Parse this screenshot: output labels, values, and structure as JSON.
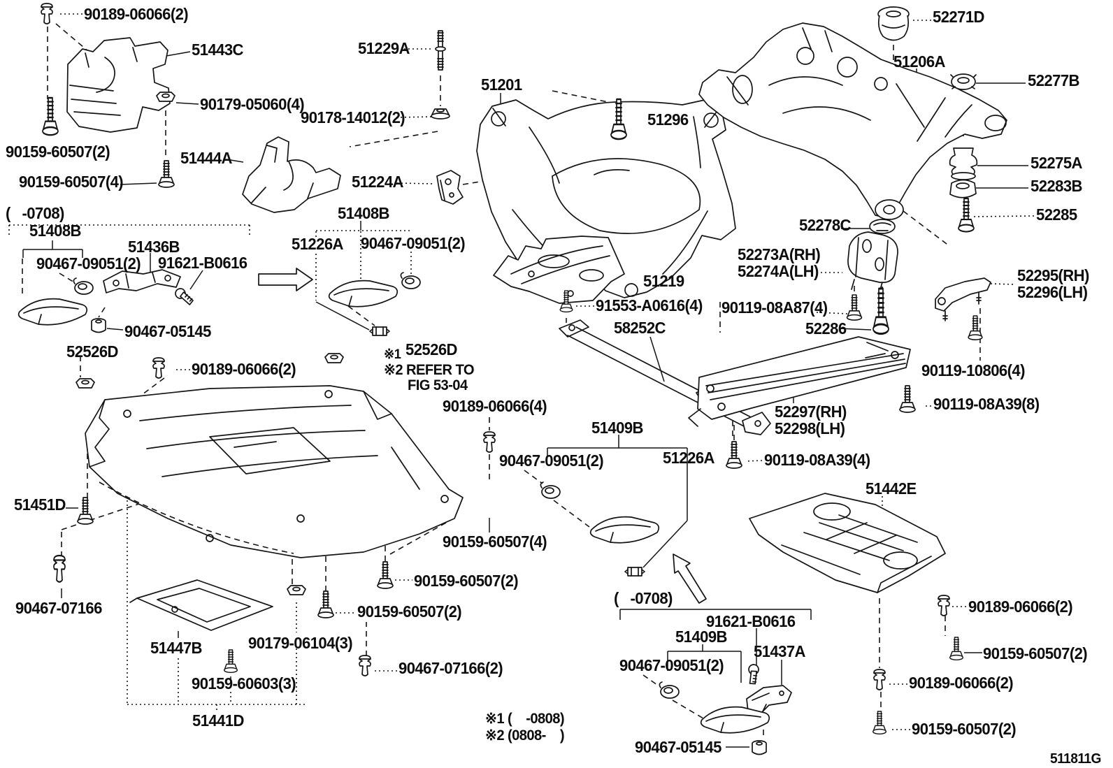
{
  "figure_code": "511811G",
  "labels": [
    "90189-06066(2)",
    "51443C",
    "90179-05060(4)",
    "90178-14012(2)",
    "51444A",
    "90159-60507(2)",
    "90159-60507(4)",
    "(   -0708)",
    "51408B",
    "90467-09051(2)",
    "51436B",
    "91621-B0616",
    "90467-05145",
    "52526D",
    "90189-06066(2)",
    "51229A",
    "51201",
    "51296",
    "51224A",
    "51408B",
    "51226A",
    "90467-09051(2)",
    "51219",
    "91553-A0616(4)",
    "58252C",
    "※1",
    "52526D",
    "※2 REFER TO",
    "FIG 53-04",
    "90189-06066(4)",
    "51409B",
    "90467-09051(2)",
    "51226A",
    "90119-08A39(4)",
    "52271D",
    "51206A",
    "52277B",
    "52275A",
    "52283B",
    "52285",
    "52278C",
    "52273A(RH)",
    "52274A(LH)",
    "90119-08A87(4)",
    "52286",
    "52295(RH)",
    "52296(LH)",
    "90119-10806(4)",
    "90119-08A39(8)",
    "52297(RH)",
    "52298(LH)",
    "51442E",
    "90159-60507(4)",
    "90159-60507(2)",
    "90159-60507(2)",
    "90467-07166(2)",
    "51451D",
    "90467-07166",
    "51447B",
    "90179-06104(3)",
    "90159-60603(3)",
    "51441D",
    "(   -0708)",
    "91621-B0616",
    "51409B",
    "51437A",
    "90467-09051(2)",
    "90467-05145",
    "※1 (    -0808)",
    "※2 (0808-    )",
    "90189-06066(2)",
    "90159-60507(2)",
    "90189-06066(2)",
    "90159-60507(2)",
    "511811G"
  ]
}
